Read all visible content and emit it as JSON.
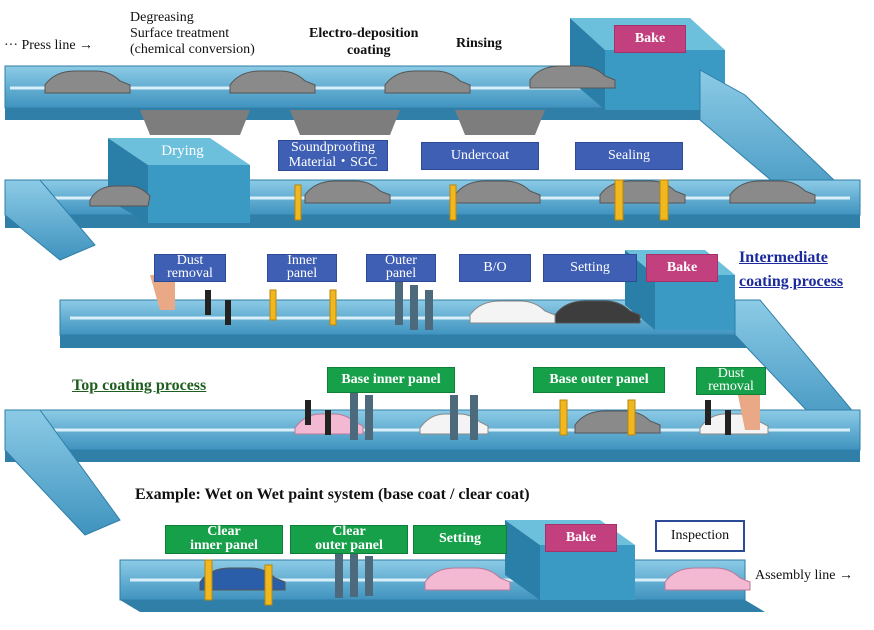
{
  "press_line": "··· Press line →",
  "assembly_line": "Assembly line →",
  "pretreatment": {
    "degreasing": "Degreasing",
    "surface_treatment": "Surface treatment",
    "chemical_conversion": "(chemical conversion)",
    "ed_line1": "Electro-deposition",
    "ed_line2": "coating",
    "rinsing": "Rinsing",
    "bake": "Bake"
  },
  "row2": {
    "drying": "Drying",
    "soundproofing_line1": "Soundproofing",
    "soundproofing_line2": "Material・SGC",
    "undercoat": "Undercoat",
    "sealing": "Sealing"
  },
  "row3": {
    "dust_line1": "Dust",
    "dust_line2": "removal",
    "inner_line1": "Inner",
    "inner_line2": "panel",
    "outer_line1": "Outer",
    "outer_line2": "panel",
    "bo": "B/O",
    "setting": "Setting",
    "bake": "Bake"
  },
  "intermediate_line1": "Intermediate",
  "intermediate_line2": "coating process",
  "top_coating": "Top coating process",
  "row4": {
    "base_inner": "Base inner panel",
    "base_outer": "Base outer panel",
    "dust_line1": "Dust",
    "dust_line2": "removal"
  },
  "example": "Example: Wet on Wet paint system (base coat / clear coat)",
  "row5": {
    "clear_inner_line1": "Clear",
    "clear_inner_line2": "inner panel",
    "clear_outer_line1": "Clear",
    "clear_outer_line2": "outer panel",
    "setting": "Setting",
    "bake": "Bake",
    "inspection": "Inspection"
  },
  "colors": {
    "conveyor": "#5aa9cc",
    "conveyor_dark": "#2f7fa8",
    "process_blue": "#3f5fb5",
    "process_green": "#17a04a",
    "bake_pink": "#c2407e",
    "section_title_blue": "#1a2a9c",
    "section_title_green": "#1f5e1f"
  }
}
